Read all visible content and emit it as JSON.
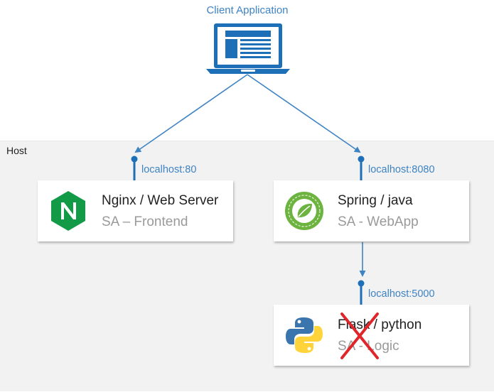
{
  "client": {
    "label": "Client Application",
    "icon": "laptop-icon"
  },
  "host": {
    "label": "Host",
    "background": "#f2f2f2"
  },
  "colors": {
    "accent": "#3e83c4",
    "nginx": "#129a47",
    "spring": "#6db33f",
    "python_blue": "#3a76ad",
    "python_yellow": "#ffd43b",
    "cross": "#e0252b"
  },
  "services": [
    {
      "title": "Nginx / Web Server",
      "subtitle": "SA – Frontend",
      "port": "localhost:80",
      "icon": "nginx-logo-icon"
    },
    {
      "title": "Spring / java",
      "subtitle": "SA - WebApp",
      "port": "localhost:8080",
      "icon": "spring-logo-icon"
    },
    {
      "title": "Flask / python",
      "subtitle": "SA - Logic",
      "port": "localhost:5000",
      "icon": "python-logo-icon",
      "crossed_out": true
    }
  ]
}
